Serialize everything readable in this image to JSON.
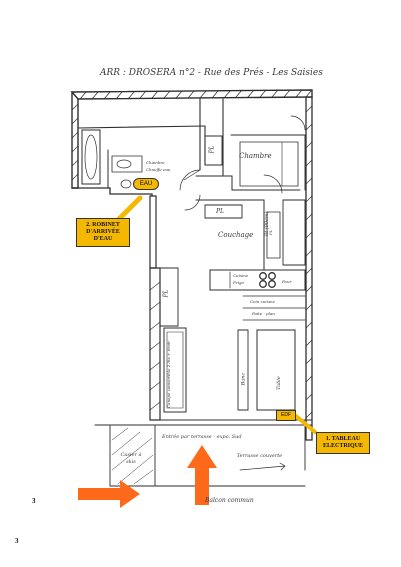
{
  "header": {
    "text": "ARR : DROSERA n°2 - Rue des Prés - Les Saisies"
  },
  "rooms": {
    "chambre": "Chambre",
    "chambre_small": "Chambre",
    "chauffe_eau": "Chauffe eau",
    "couchage": "Couchage",
    "lit": "lit (90cm)",
    "pl_1": "PL",
    "pl_2": "PL",
    "pl_3": "PL",
    "pl_4": "PL",
    "cuisine_1": "Cuisine",
    "cuisine_2": "Frigo",
    "cuisine_3": "Four",
    "plan_travail": "Coin cuisine",
    "faite": "Faite - plan",
    "table": "Table",
    "banc": "Banc",
    "canape": "Canapé convertible 2 lits + tiroir",
    "entree": "Entrée par terrasse - expo. Sud",
    "terrasse": "Terrasse couverte",
    "casier": "Casier à skis",
    "balcon": "Balcon commun"
  },
  "labels": {
    "eau": "EAU",
    "edf": "EDF"
  },
  "callouts": {
    "robinet": "2. ROBINET D'ARRIVÉE D'EAU",
    "tableau": "1. TABLEAU ELECTRIQUE"
  },
  "page": {
    "number_left": "3",
    "number_bottom": "3"
  },
  "colors": {
    "callout": "#f5b800",
    "arrow": "#ff6a1a",
    "ink": "#2e2e2e"
  }
}
